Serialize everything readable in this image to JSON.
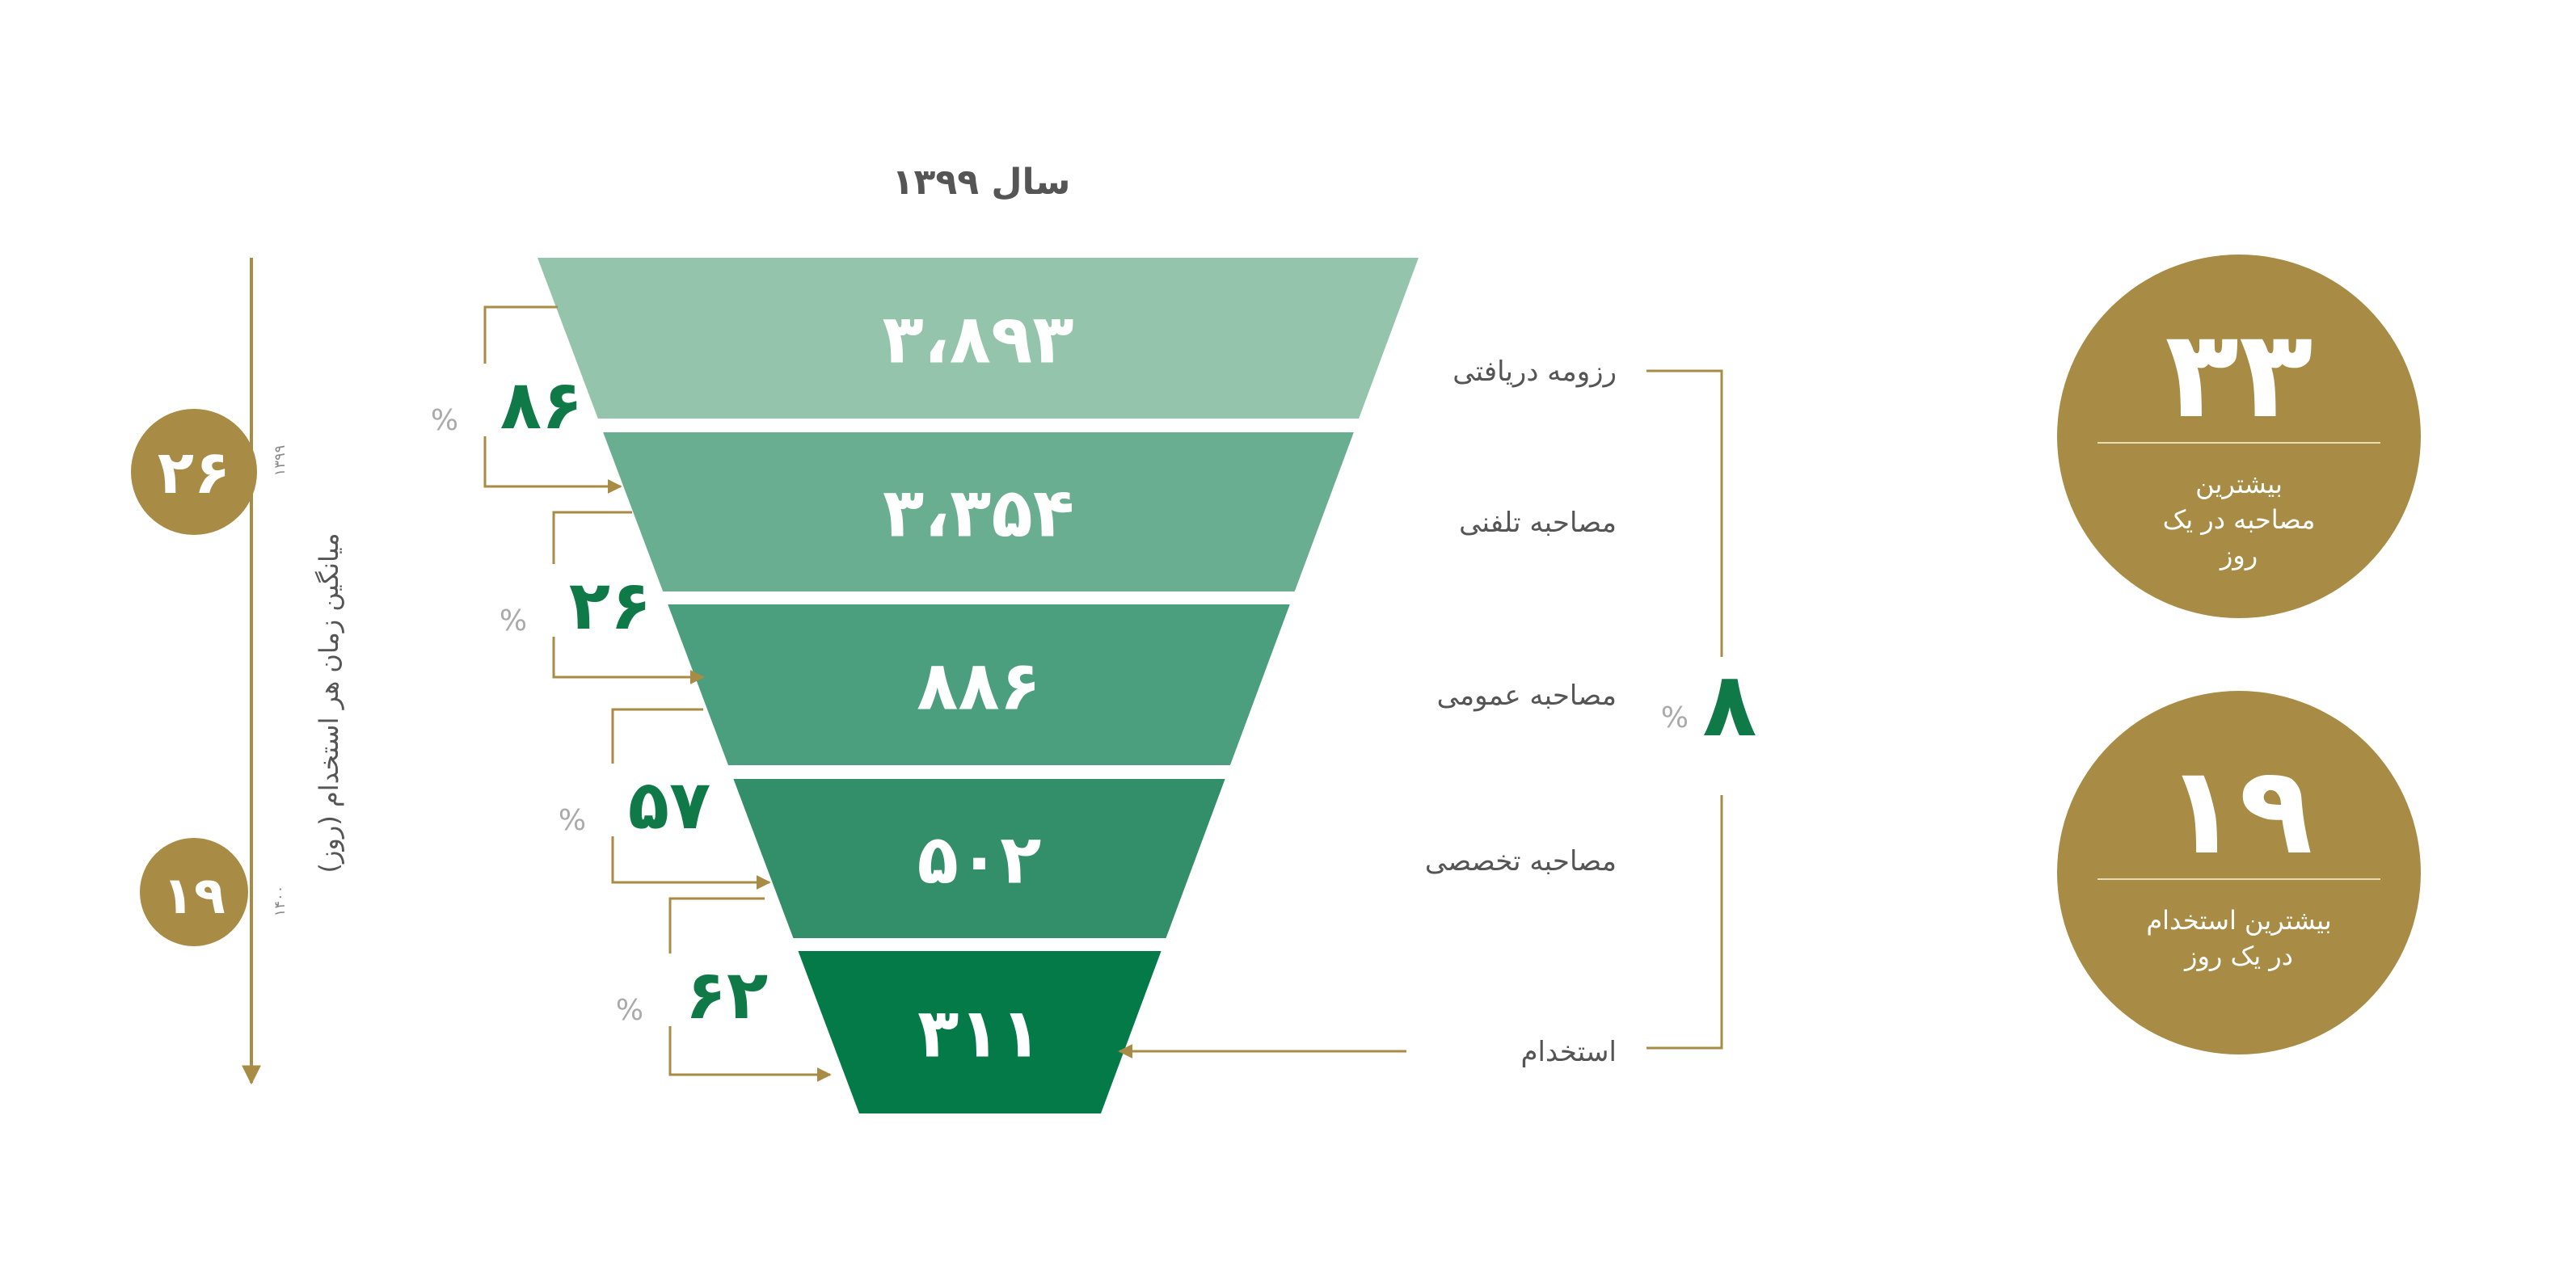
{
  "chart_data": {
    "type": "funnel",
    "title": "سال ۱۳۹۹",
    "stages": [
      {
        "label": "رزومه دریافتی",
        "value": 3893,
        "display": "۳،۸۹۳",
        "color": "#95c4ad"
      },
      {
        "label": "مصاحبه تلفنی",
        "value": 3354,
        "display": "۳،۳۵۴",
        "color": "#6aae91"
      },
      {
        "label": "مصاحبه عمومی",
        "value": 886,
        "display": "۸۸۶",
        "color": "#4c9f7e"
      },
      {
        "label": "مصاحبه تخصصی",
        "value": 502,
        "display": "۵۰۲",
        "color": "#338f6a"
      },
      {
        "label": "استخدام",
        "value": 311,
        "display": "۳۱۱",
        "color": "#037a48"
      }
    ],
    "conversion_rates": [
      {
        "value": 86,
        "display": "۸۶",
        "unit": "%"
      },
      {
        "value": 26,
        "display": "۲۶",
        "unit": "%"
      },
      {
        "value": 57,
        "display": "۵۷",
        "unit": "%"
      },
      {
        "value": 62,
        "display": "۶۲",
        "unit": "%"
      }
    ],
    "overall_rate": {
      "value": 8,
      "display": "۸",
      "unit": "%"
    },
    "avg_time_to_hire": {
      "label": "میانگین زمان هر استخدام (روز)",
      "points": [
        {
          "year": "۱۳۹۹",
          "value": 26,
          "display": "۲۶"
        },
        {
          "year": "۱۴۰۰",
          "value": 19,
          "display": "۱۹"
        }
      ]
    },
    "highlights": [
      {
        "value": 33,
        "display": "۳۳",
        "lines": [
          "بیشترین",
          "مصاحبه در یک",
          "روز"
        ]
      },
      {
        "value": 19,
        "display": "۱۹",
        "lines": [
          "بیشترین استخدام",
          "در یک روز"
        ]
      }
    ]
  },
  "colors": {
    "gold": "#a88c45",
    "green_text": "#0f7a48",
    "label_gray": "#555555",
    "percent_gray": "#aaaaaa"
  }
}
